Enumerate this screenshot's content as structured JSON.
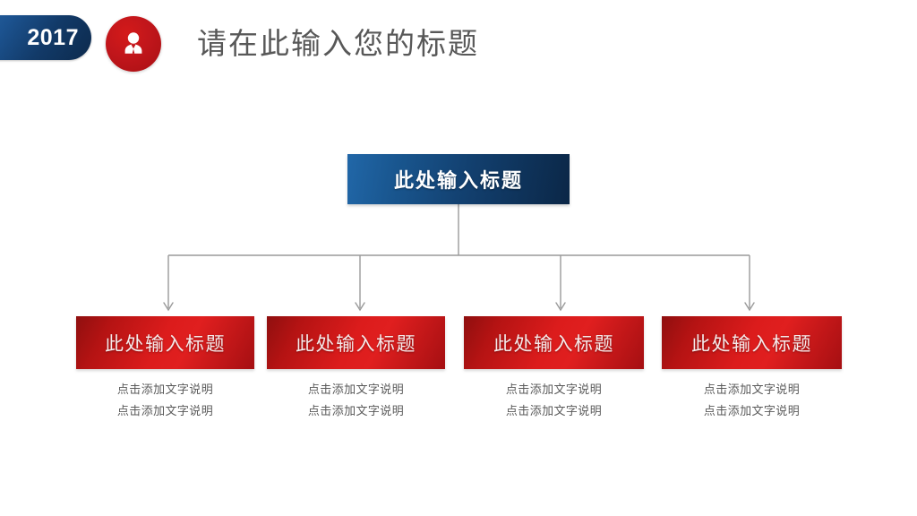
{
  "header": {
    "year_badge": {
      "label": "2017",
      "icon": "rounded-pill-badge",
      "color": "#14406f"
    },
    "person_badge": {
      "icon": "person-icon",
      "color": "#c1161b"
    },
    "title": "请在此输入您的标题",
    "title_color": "#585858"
  },
  "diagram": {
    "type": "org-chart",
    "root": {
      "label": "此处输入标题",
      "color_start": "#2167a8",
      "color_end": "#0b2747"
    },
    "leaves": [
      {
        "label": "此处输入标题",
        "captions": [
          "点击添加文字说明",
          "点击添加文字说明"
        ]
      },
      {
        "label": "此处输入标题",
        "captions": [
          "点击添加文字说明",
          "点击添加文字说明"
        ]
      },
      {
        "label": "此处输入标题",
        "captions": [
          "点击添加文字说明",
          "点击添加文字说明"
        ]
      },
      {
        "label": "此处输入标题",
        "captions": [
          "点击添加文字说明",
          "点击添加文字说明"
        ]
      }
    ],
    "leaf_color_start": "#8f0f0f",
    "leaf_color_end": "#e01f1f",
    "connector_color": "#9a9a9a",
    "caption_color": "#5a5a5a"
  },
  "background_color": "#ffffff"
}
